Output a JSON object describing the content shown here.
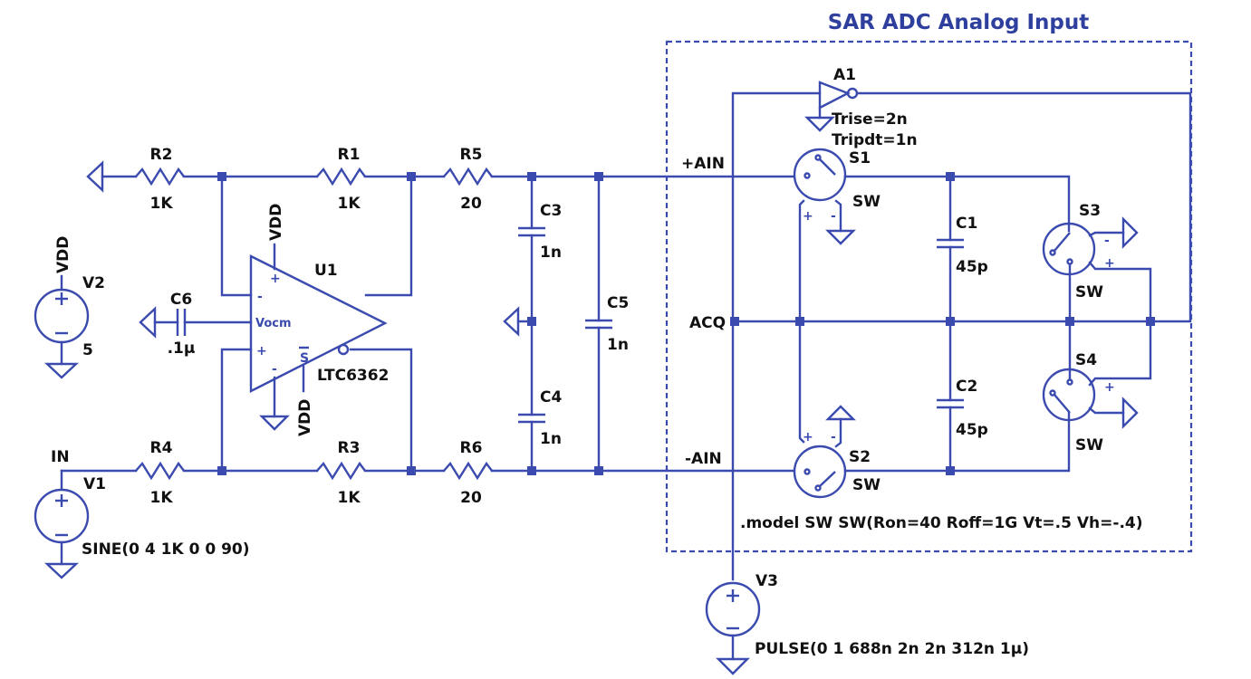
{
  "title": "SAR ADC Analog Input",
  "colors": {
    "wire": "#3a4aae",
    "text": "#111111",
    "title": "#2f3f9e"
  },
  "components": {
    "R1": {
      "ref": "R1",
      "value": "1K"
    },
    "R2": {
      "ref": "R2",
      "value": "1K"
    },
    "R3": {
      "ref": "R3",
      "value": "1K"
    },
    "R4": {
      "ref": "R4",
      "value": "1K"
    },
    "R5": {
      "ref": "R5",
      "value": "20"
    },
    "R6": {
      "ref": "R6",
      "value": "20"
    },
    "C1": {
      "ref": "C1",
      "value": "45p"
    },
    "C2": {
      "ref": "C2",
      "value": "45p"
    },
    "C3": {
      "ref": "C3",
      "value": "1n"
    },
    "C4": {
      "ref": "C4",
      "value": "1n"
    },
    "C5": {
      "ref": "C5",
      "value": "1n"
    },
    "C6": {
      "ref": "C6",
      "value": ".1µ"
    },
    "U1": {
      "ref": "U1",
      "value": "LTC6362",
      "vocm_label": "Vocm",
      "shdn_label": "S"
    },
    "V1": {
      "ref": "V1",
      "value": "SINE(0 4 1K 0 0 90)"
    },
    "V2": {
      "ref": "V2",
      "value": "5"
    },
    "V3": {
      "ref": "V3",
      "value": "PULSE(0 1 688n 2n 2n 312n 1µ)"
    },
    "A1": {
      "ref": "A1",
      "param1": "Trise=2n",
      "param2": "Tripdt=1n"
    },
    "S1": {
      "ref": "S1",
      "value": "SW"
    },
    "S2": {
      "ref": "S2",
      "value": "SW"
    },
    "S3": {
      "ref": "S3",
      "value": "SW"
    },
    "S4": {
      "ref": "S4",
      "value": "SW"
    }
  },
  "nets": {
    "vdd": "VDD",
    "in": "IN",
    "ain_pos": "+AIN",
    "ain_neg": "-AIN",
    "acq": "ACQ"
  },
  "directive": ".model SW SW(Ron=40 Roff=1G Vt=.5 Vh=-.4)",
  "pin_marks": {
    "plus": "+",
    "minus": "-"
  }
}
